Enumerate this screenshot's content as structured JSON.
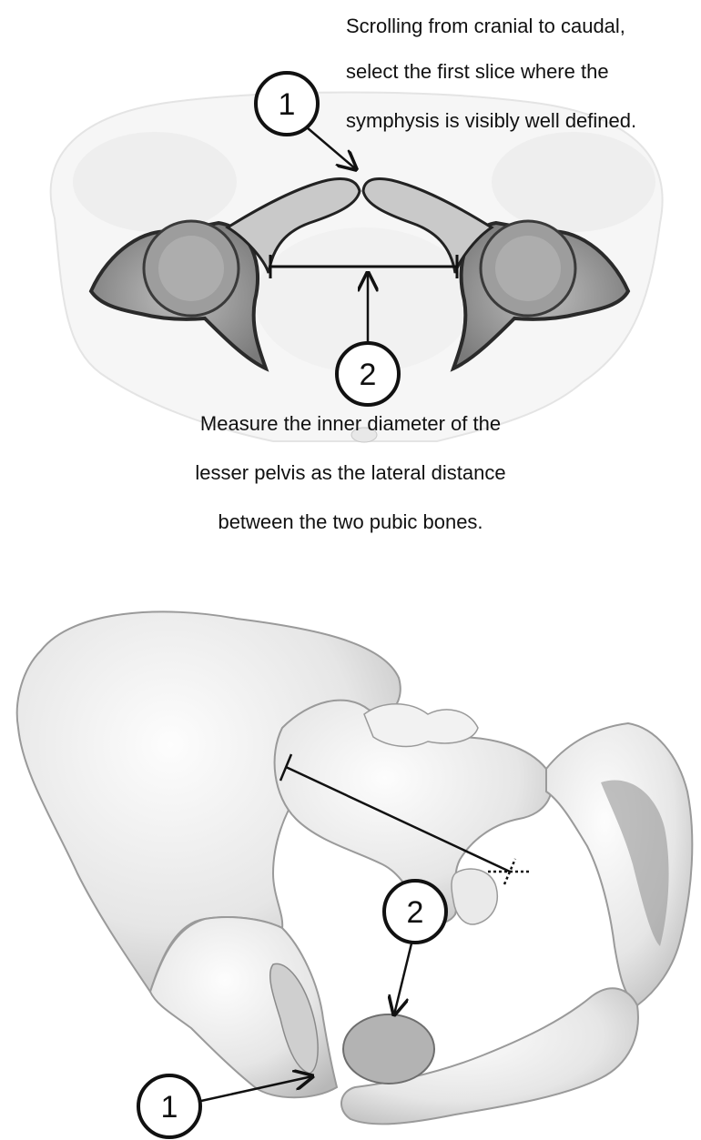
{
  "top_panel": {
    "instruction_1_lines": [
      "Scrolling from cranial to caudal,",
      "select the first slice where the",
      "symphysis is visibly well defined."
    ],
    "instruction_2_lines": [
      "Measure the inner diameter of the",
      "lesser pelvis as the lateral distance",
      "between the two pubic bones."
    ],
    "marker_1": "1",
    "marker_2": "2"
  },
  "bottom_panel": {
    "marker_1": "1",
    "marker_2": "2"
  }
}
